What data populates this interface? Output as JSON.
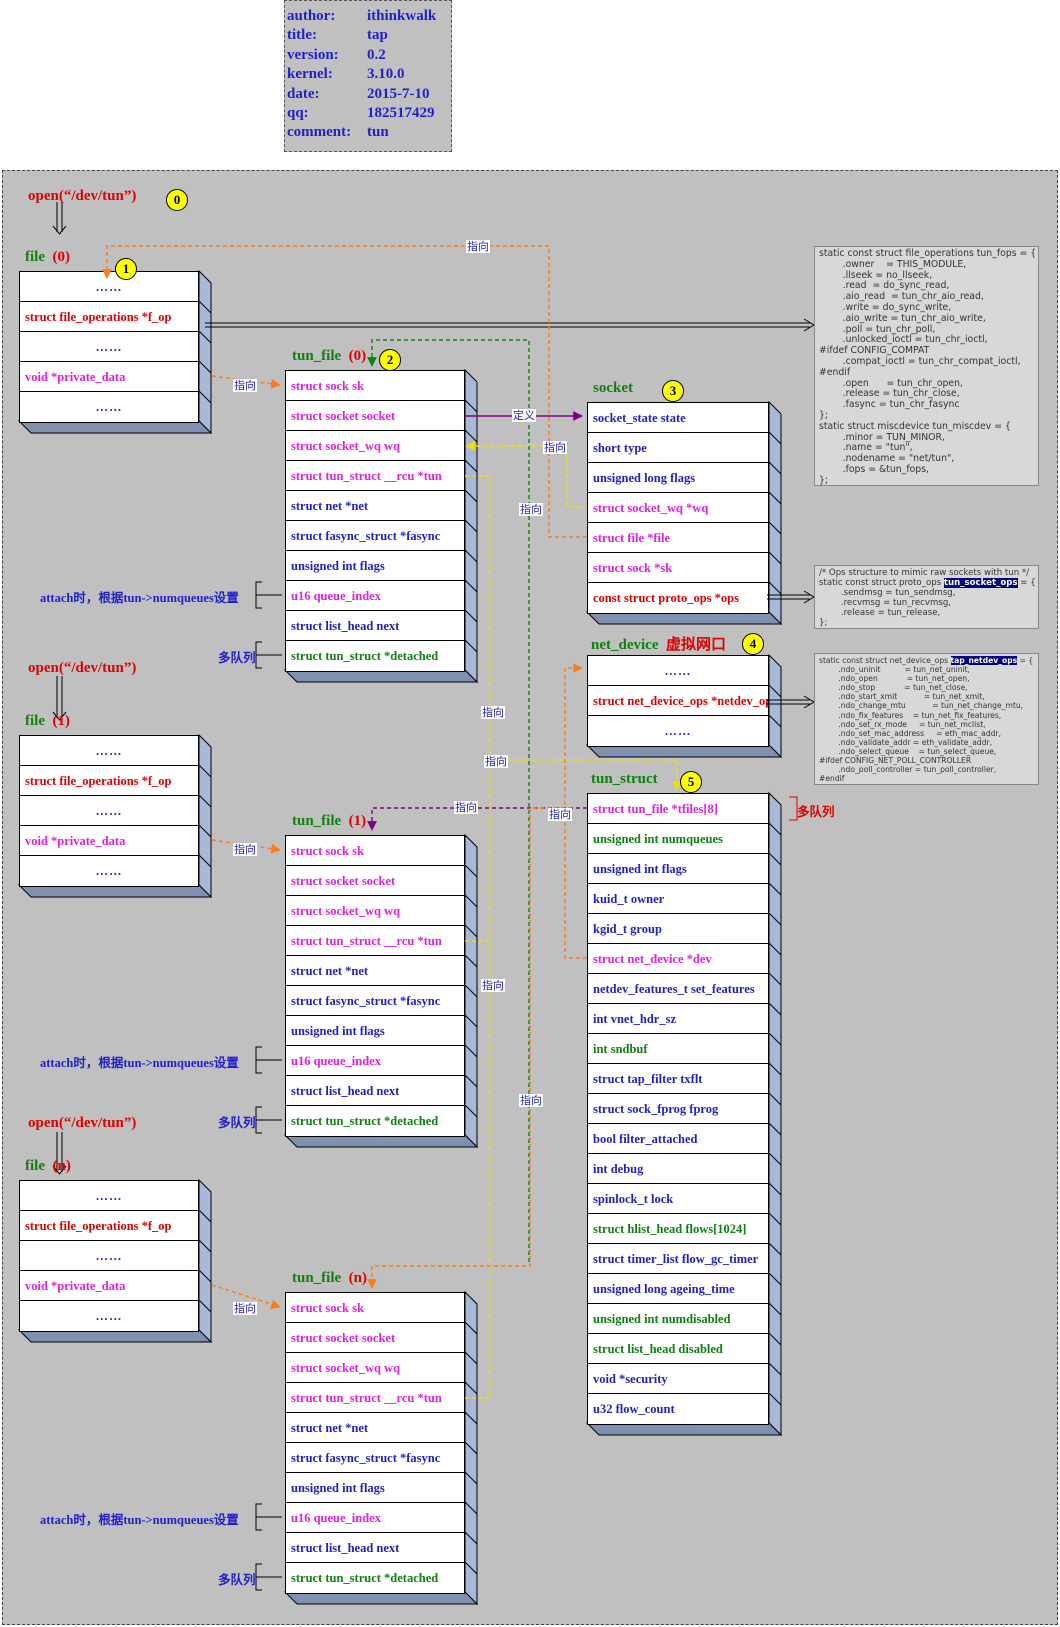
{
  "meta": {
    "rows": [
      {
        "key": "author:",
        "value": "ithinkwalk"
      },
      {
        "key": "title:",
        "value": "tap"
      },
      {
        "key": "version:",
        "value": "0.2"
      },
      {
        "key": "kernel:",
        "value": "3.10.0"
      },
      {
        "key": "date:",
        "value": "2015-7-10"
      },
      {
        "key": "qq:",
        "value": "182517429"
      },
      {
        "key": "comment:",
        "value": "tun"
      }
    ]
  },
  "open_label": "open(“/dev/tun”)",
  "badges": [
    "0",
    "1",
    "2",
    "3",
    "4",
    "5"
  ],
  "files": [
    {
      "title": "file",
      "index": "(0)"
    },
    {
      "title": "file",
      "index": "(1)"
    },
    {
      "title": "file",
      "index": "(n)"
    }
  ],
  "file_rows": [
    "……",
    "struct file_operations *f_op",
    "……",
    "void   *private_data",
    "……"
  ],
  "tun_files": [
    {
      "title": "tun_file",
      "index": "(0)"
    },
    {
      "title": "tun_file",
      "index": "(1)"
    },
    {
      "title": "tun_file",
      "index": "(n)"
    }
  ],
  "tun_file_rows": [
    "struct sock sk",
    "struct socket socket",
    "struct socket_wq wq",
    "struct tun_struct __rcu *tun",
    "struct net *net",
    "struct fasync_struct *fasync",
    "unsigned int flags",
    "u16 queue_index",
    "struct list_head next",
    "struct tun_struct *detached"
  ],
  "attach_label": "attach时，根据tun->numqueues设置",
  "multiqueue_label": "多队列",
  "pointer_label": "指向",
  "define_label": "定义",
  "socket": {
    "title": "socket",
    "rows": [
      "socket_state   state",
      "short  type",
      "unsigned long  flags",
      "struct socket_wq *wq",
      "struct file  *file",
      "struct sock *sk",
      "const struct proto_ops  *ops"
    ]
  },
  "net_device": {
    "title": "net_device",
    "subtitle": "虚拟网口",
    "rows": [
      "……",
      "struct net_device_ops *netdev_ops",
      "……"
    ]
  },
  "tun_struct": {
    "title": "tun_struct",
    "rows": [
      "struct tun_file   *tfiles[8]",
      "unsigned int  numqueues",
      "unsigned int  flags",
      "kuid_t  owner",
      "kgid_t  group",
      "struct net_device     *dev",
      "netdev_features_t set_features",
      "int  vnet_hdr_sz",
      "int  sndbuf",
      "struct tap_filter  txflt",
      "struct sock_fprog    fprog",
      "bool  filter_attached",
      "int debug",
      "spinlock_t lock",
      "struct hlist_head flows[1024]",
      "struct timer_list flow_gc_timer",
      "unsigned long ageing_time",
      "unsigned int numdisabled",
      "struct list_head disabled",
      "void *security",
      "u32 flow_count"
    ],
    "side_label": "多队列"
  },
  "code_fops": [
    "static const struct file_operations tun_fops = {",
    "        .owner    = THIS_MODULE,",
    "        .llseek = no_llseek,",
    "        .read  = do_sync_read,",
    "        .aio_read  = tun_chr_aio_read,",
    "        .write = do_sync_write,",
    "        .aio_write = tun_chr_aio_write,",
    "        .poll = tun_chr_poll,",
    "        .unlocked_ioctl = tun_chr_ioctl,",
    "#ifdef CONFIG_COMPAT",
    "        .compat_ioctl = tun_chr_compat_ioctl,",
    "#endif",
    "        .open      = tun_chr_open,",
    "        .release = tun_chr_close,",
    "        .fasync = tun_chr_fasync",
    "};",
    "",
    "static struct miscdevice tun_miscdev = {",
    "        .minor = TUN_MINOR,",
    "        .name = \"tun\",",
    "        .nodename = \"net/tun\",",
    "        .fops = &tun_fops,",
    "};"
  ],
  "code_proto": [
    "/* Ops structure to mimic raw sockets with tun */",
    "static const struct proto_ops tun_socket_ops = {",
    "        .sendmsg = tun_sendmsg,",
    "        .recvmsg = tun_recvmsg,",
    "        .release = tun_release,",
    "};"
  ],
  "code_netdev": [
    "static const struct net_device_ops tap_netdev_ops = {",
    "        .ndo_uninit          = tun_net_uninit,",
    "        .ndo_open            = tun_net_open,",
    "        .ndo_stop            = tun_net_close,",
    "        .ndo_start_xmit           = tun_net_xmit,",
    "        .ndo_change_mtu           = tun_net_change_mtu,",
    "        .ndo_fix_features    = tun_net_fix_features,",
    "        .ndo_set_rx_mode     = tun_net_mclist,",
    "        .ndo_set_mac_address     = eth_mac_addr,",
    "        .ndo_validate_addr = eth_validate_addr,",
    "        .ndo_select_queue    = tun_select_queue,",
    "#ifdef CONFIG_NET_POLL_CONTROLLER",
    "        .ndo_poll_controller = tun_poll_controller,",
    "#endif",
    "};"
  ],
  "colors": {
    "panel": "#c0c0c0",
    "blue_text": "#1f1fd0",
    "magenta_text": "#e020e0",
    "red_text": "#e00000",
    "green_text": "#108010",
    "orange_arrow": "#ff7a1a",
    "yellow_arrow": "#f0f000",
    "green_arrow": "#108010",
    "purple_arrow": "#800080",
    "badge": "#ffff00"
  }
}
